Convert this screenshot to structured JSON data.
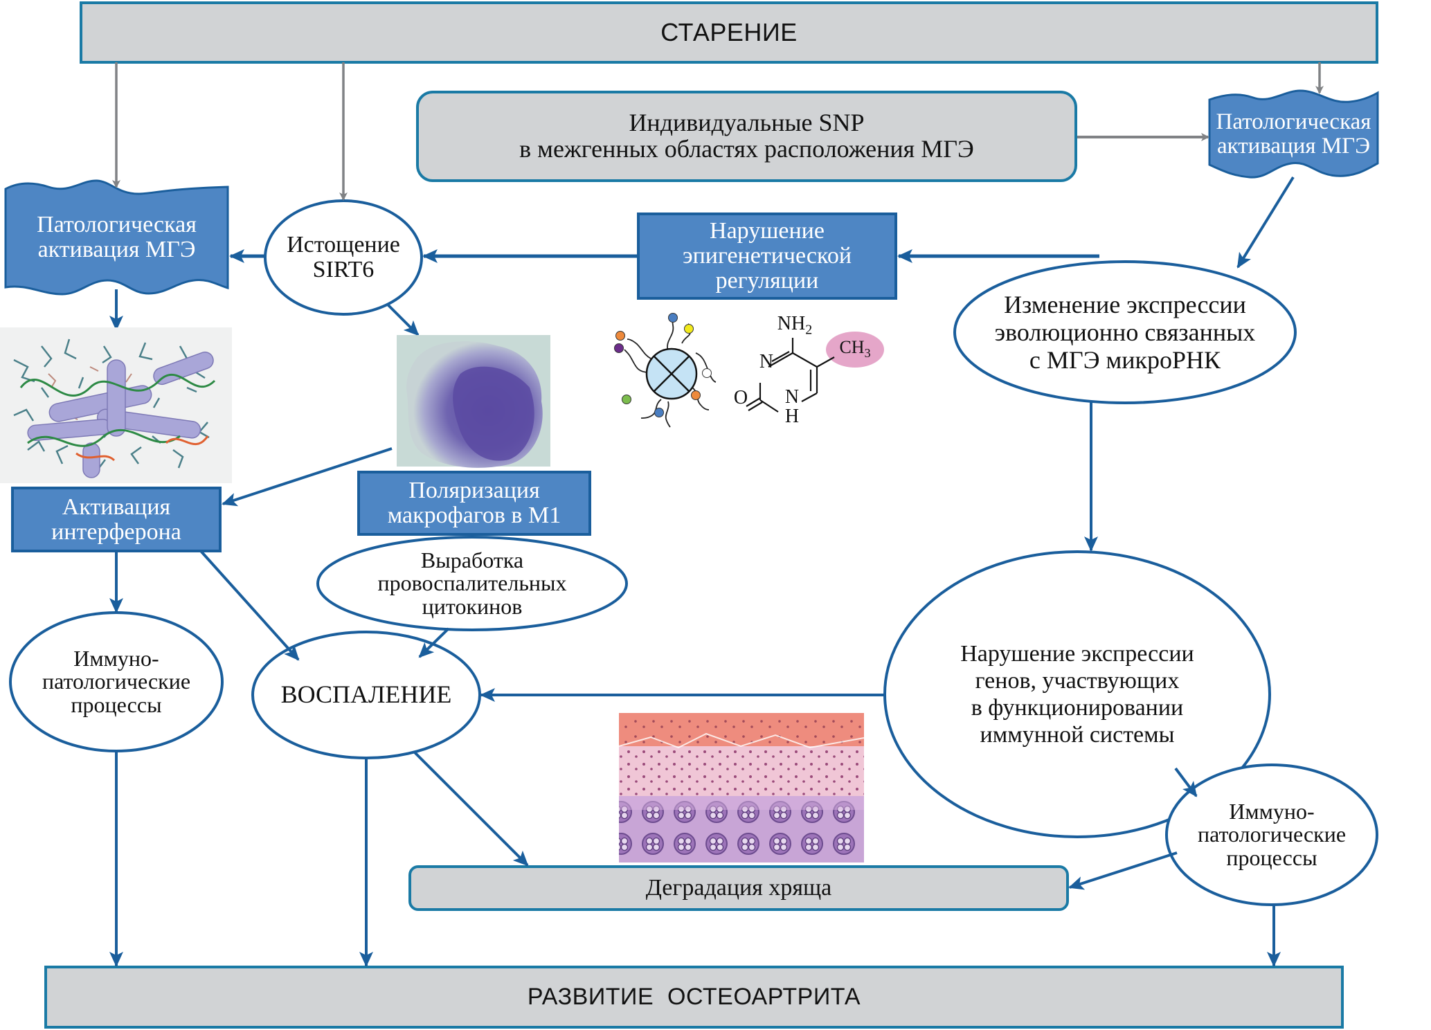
{
  "colors": {
    "blue_fill": "#4e86c4",
    "blue_stroke": "#1a5e9c",
    "grey_fill": "#d1d3d5",
    "teal_stroke": "#1a7aa5",
    "grey_arrow": "#808285",
    "white": "#ffffff"
  },
  "nodes": {
    "aging": {
      "text": "СТАРЕНИЕ"
    },
    "snp": {
      "line1": "Индивидуальные SNP",
      "line2": "в межгенных областях расположения МГЭ"
    },
    "mge_right": {
      "line1": "Патологическая",
      "line2": "активация МГЭ"
    },
    "mge_left": {
      "line1": "Патологическая",
      "line2": "активация МГЭ"
    },
    "sirt6": {
      "line1": "Истощение",
      "line2": "SIRT6"
    },
    "epigenetic": {
      "line1": "Нарушение",
      "line2": "эпигенетической",
      "line3": "регуляции"
    },
    "mirna": {
      "line1": "Изменение экспрессии",
      "line2": "эволюционно связанных",
      "line3": "с МГЭ микроРНК"
    },
    "interferon": {
      "line1": "Активация",
      "line2": "интерферона"
    },
    "macrophage": {
      "line1": "Поляризация",
      "line2": "макрофагов в М1"
    },
    "cytokines": {
      "line1": "Выработка",
      "line2": "провоспалительных",
      "line3": "цитокинов"
    },
    "immuno_left": {
      "line1": "Иммуно-",
      "line2": "патологические",
      "line3": "процессы"
    },
    "inflammation": {
      "text": "ВОСПАЛЕНИЕ"
    },
    "gene_expr": {
      "line1": "Нарушение экспрессии",
      "line2": "генов, участвующих",
      "line3": "в функционировании",
      "line4": "иммунной системы"
    },
    "immuno_right": {
      "line1": "Иммуно-",
      "line2": "патологические",
      "line3": "процессы"
    },
    "cartilage": {
      "text": "Деградация хряща"
    },
    "osteoarthritis": {
      "text": "РАЗВИТИЕ  ОСТЕОАРТРИТА"
    }
  },
  "molecule": {
    "amine": "NH",
    "amine_sub": "2",
    "methyl": "CH",
    "methyl_sub": "3",
    "n_top": "N",
    "n_bottom": "N",
    "oxygen": "O",
    "hydrogen": "H"
  },
  "images": {
    "protein": "interferon protein structure illustration",
    "macrophage": "macrophage micrograph",
    "cartilage": "cartilage histology micrograph"
  }
}
